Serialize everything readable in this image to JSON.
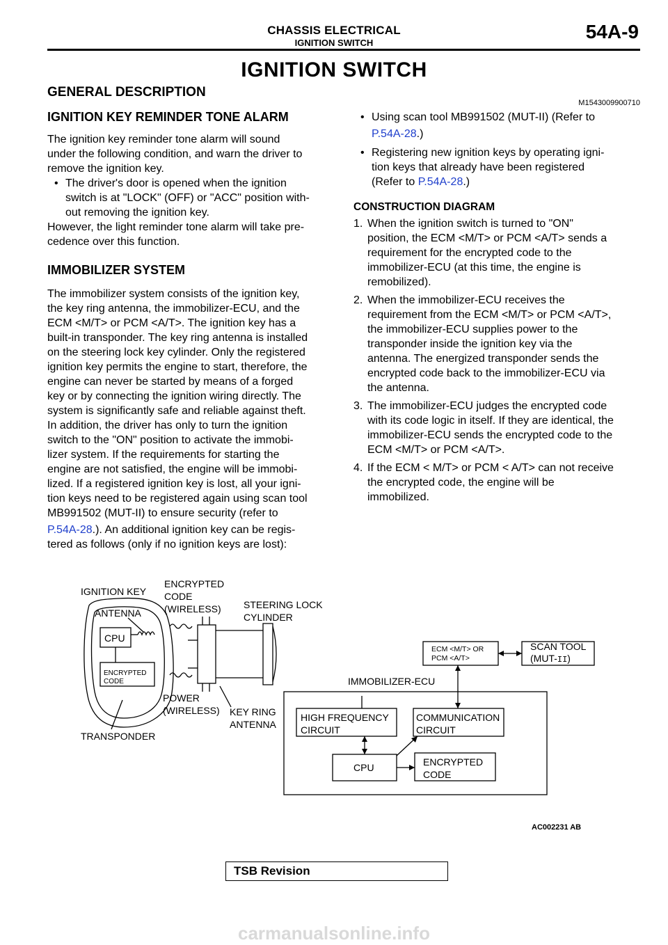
{
  "header": {
    "section": "CHASSIS ELECTRICAL",
    "subsection": "IGNITION SWITCH",
    "page": "54A-9"
  },
  "title": "IGNITION SWITCH",
  "general": {
    "heading": "GENERAL DESCRIPTION",
    "code": "M1543009900710"
  },
  "reminder": {
    "heading": "IGNITION KEY REMINDER TONE ALARM",
    "intro_lines": [
      "The ignition key reminder tone alarm will sound",
      "under the following condition, and warn the driver to",
      "remove the ignition key."
    ],
    "bullet_lines": [
      "The driver's door is opened when the ignition",
      "switch is at \"LOCK\" (OFF) or \"ACC\" position with-",
      "out removing the ignition key."
    ],
    "after_lines": [
      "However, the light reminder tone alarm will take pre-",
      "cedence over this function."
    ]
  },
  "immobilizer": {
    "heading": "IMMOBILIZER SYSTEM",
    "lines": [
      "The immobilizer system consists of the ignition key,",
      "the key ring antenna, the immobilizer-ECU, and the",
      "ECM <M/T> or PCM <A/T>. The ignition key has a",
      "built-in transponder. The key ring antenna is installed",
      "on the steering lock key cylinder. Only the registered",
      "ignition key permits the engine to start, therefore, the",
      "engine can never be started by means of a forged",
      "key or by connecting the ignition wiring directly. The",
      "system is significantly safe and reliable against theft.",
      "In addition, the driver has only to turn the ignition",
      "switch to the \"ON\" position to activate the immobi-",
      "lizer system. If the requirements for starting the",
      "engine are not satisfied, the engine will be immobi-",
      "lized. If a registered ignition key is lost, all your igni-",
      "tion keys need to be registered again using scan tool",
      "MB991502 (MUT-II) to ensure security (refer to"
    ],
    "link_text": "P.54A-28",
    "link_after": ".). An additional ignition key can be regis-",
    "last_line": "tered as follows (only if no ignition keys are lost):"
  },
  "right_bullets": {
    "b1_line1": "Using scan tool MB991502 (MUT-II) (Refer to",
    "b1_link": "P.54A-28",
    "b1_end": ".)",
    "b2_line1": "Registering new ignition keys by operating igni-",
    "b2_line2": "tion keys that already have been registered",
    "b2_pre": "(Refer to ",
    "b2_link": "P.54A-28",
    "b2_end": ".)"
  },
  "construction": {
    "heading": "CONSTRUCTION DIAGRAM",
    "items": [
      {
        "n": "1.",
        "lines": [
          "When the ignition switch is turned to \"ON\"",
          "position, the ECM <M/T> or PCM <A/T> sends a",
          "requirement for the encrypted code to the",
          "immobilizer-ECU (at this time, the engine is",
          "remobilized)."
        ]
      },
      {
        "n": "2.",
        "lines": [
          "When the immobilizer-ECU receives the",
          "requirement from the ECM <M/T> or PCM <A/T>,",
          "the immobilizer-ECU supplies power to the",
          "transponder inside the ignition key via the",
          "antenna. The energized transponder sends the",
          "encrypted code back to the immobilizer-ECU via",
          "the antenna."
        ]
      },
      {
        "n": "3.",
        "lines": [
          "The immobilizer-ECU judges the encrypted code",
          "with its code logic in itself. If they are identical, the",
          "immobilizer-ECU sends the encrypted code to the",
          "ECM <M/T> or PCM <A/T>."
        ]
      },
      {
        "n": "4.",
        "lines": [
          "If the ECM < M/T> or PCM < A/T> can not receive",
          "the encrypted code, the engine will be",
          "immobilized."
        ]
      }
    ]
  },
  "diagram": {
    "ignition_key": "IGNITION KEY",
    "antenna": "ANTENNA",
    "cpu_key": "CPU",
    "enc_code_key_1": "ENCRYPTED",
    "enc_code_key_2": "CODE",
    "transponder": "TRANSPONDER",
    "encrypted_wireless_1": "ENCRYPTED",
    "encrypted_wireless_2": "CODE",
    "encrypted_wireless_3": "(WIRELESS)",
    "steering_lock_1": "STEERING LOCK",
    "steering_lock_2": "CYLINDER",
    "power_1": "POWER",
    "power_2": "(WIRELESS)",
    "key_ring_1": "KEY RING",
    "key_ring_2": "ANTENNA",
    "ecm_1": "ECM <M/T> OR",
    "ecm_2": "PCM <A/T>",
    "scan_tool_1": "SCAN TOOL",
    "scan_tool_2": "(MUT-",
    "scan_tool_roman": "II",
    "scan_tool_3": ")",
    "immobilizer_ecu": "IMMOBILIZER-ECU",
    "hf_1": "HIGH FREQUENCY",
    "hf_2": "CIRCUIT",
    "comm_1": "COMMUNICATION",
    "comm_2": "CIRCUIT",
    "cpu_ecu": "CPU",
    "enc_ecu_1": "ENCRYPTED",
    "enc_ecu_2": "CODE",
    "figure_id": "AC002231 AB"
  },
  "footer": {
    "tsb": "TSB Revision"
  },
  "watermark": "carmanualsonline.info"
}
